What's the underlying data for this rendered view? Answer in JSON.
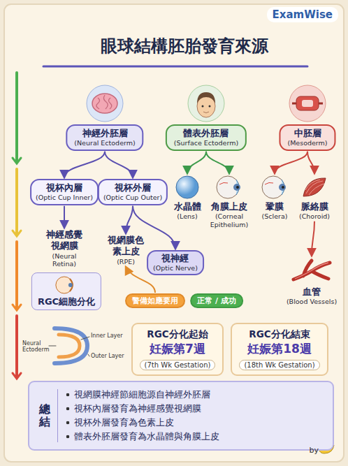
{
  "diagram": {
    "title": "眼球結構胚胎發育來源",
    "nodes": [
      {
        "text": [
          "神經外胚層",
          "(Neural Ectoderm)"
        ]
      },
      {
        "text": [
          "體表外胚層",
          "(Surface Ectoderm)"
        ]
      },
      {
        "text": [
          "中胚層",
          "(Mesoderm)"
        ]
      },
      {
        "text": [
          "視杯內層",
          "(Optic Cup Inner)"
        ]
      },
      {
        "text": [
          "視杯外層",
          "(Optic Cup Outer)"
        ]
      },
      {
        "text": [
          "水晶體",
          "(Lens)"
        ]
      },
      {
        "text": [
          "角膜上皮",
          "(Corneal Epithelium)"
        ]
      },
      {
        "text": [
          "鞏膜",
          "(Sclera)"
        ]
      },
      {
        "text": [
          "脈絡膜",
          "(Choroid)"
        ]
      },
      {
        "text": [
          "神經感覺視網膜",
          "(Neural Retina)"
        ]
      },
      {
        "text": [
          "視網膜色素上皮",
          "(RPE)"
        ]
      },
      {
        "text": [
          "視神經",
          "(Optic Nerve)"
        ]
      },
      {
        "text": [
          "血管",
          "(Blood Vessels)"
        ]
      },
      {
        "text": [
          "RGC細胞分化"
        ]
      },
      {
        "text": [
          "警備如應要用"
        ]
      },
      {
        "text": [
          "正常 / 成功"
        ]
      },
      {
        "text": [
          "RGC分化起始",
          "妊娠第7週",
          "(7th Wk Gestation)"
        ]
      },
      {
        "text": [
          "RGC分化結束",
          "妊娠第18週",
          "(18th Wk Gestation)"
        ]
      },
      {
        "text": [
          "總結",
          "視網膜神經節細胞源自神經外胚層",
          "視杯內層發育為神經感覺視網膜",
          "視杯外層發育為色素上皮",
          "體表外胚層發育為水晶體與角膜上皮"
        ]
      }
    ],
    "edges": [
      {
        "from": 0,
        "to": 3,
        "arrow": "to"
      },
      {
        "from": 0,
        "to": 4,
        "arrow": "to"
      },
      {
        "from": 1,
        "to": 5,
        "arrow": "to"
      },
      {
        "from": 1,
        "to": 6,
        "arrow": "to"
      },
      {
        "from": 2,
        "to": 7,
        "arrow": "to"
      },
      {
        "from": 2,
        "to": 8,
        "arrow": "to"
      },
      {
        "from": 3,
        "to": 9,
        "arrow": "to"
      },
      {
        "from": 4,
        "to": 10,
        "arrow": "to"
      },
      {
        "from": 4,
        "to": 11,
        "arrow": "to"
      },
      {
        "from": 8,
        "to": 12,
        "arrow": "to"
      },
      {
        "from": 14,
        "to": 10,
        "arrow": "to"
      }
    ],
    "labels": [
      "ExamWise",
      "Neural Ectoderm",
      "Inner Layer",
      "Outer Layer",
      "by"
    ]
  }
}
